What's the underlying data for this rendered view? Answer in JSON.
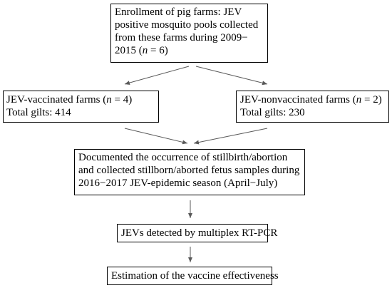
{
  "enrollment": {
    "line1": "Enrollment of pig farms: JEV",
    "line2": "positive mosquito pools collected",
    "line3": "from these farms during 2009−",
    "line4_pre": "2015 (",
    "line4_ital": "n",
    "line4_post": " = 6)"
  },
  "vaccinated": {
    "line1_pre": "JEV-vaccinated farms (",
    "line1_ital": "n",
    "line1_post": " = 4)",
    "line2": "Total gilts: 414"
  },
  "nonvaccinated": {
    "line1_pre": "JEV-nonvaccinated farms (",
    "line1_ital": "n",
    "line1_post": " = 2)",
    "line2": "Total gilts: 230"
  },
  "documented": {
    "line1": "Documented the occurrence of stillbirth/abortion",
    "line2": "and collected stillborn/aborted fetus samples during",
    "line3": "2016−2017 JEV-epidemic season (April−July)"
  },
  "detected": {
    "label": "JEVs detected by multiplex RT-PCR"
  },
  "estimation": {
    "label": "Estimation of the vaccine effectiveness"
  },
  "colors": {
    "border": "#000000",
    "arrow": "#595959",
    "text": "#000000"
  }
}
